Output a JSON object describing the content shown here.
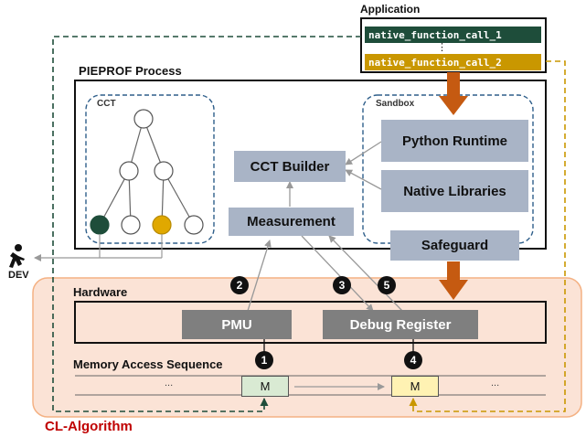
{
  "application": {
    "title": "Application",
    "call1": "native_function_call_1",
    "ellipsis": "⋮",
    "call2": "native_function_call_2"
  },
  "process": {
    "title_prefix": "PIEPROF",
    "title_suffix": " Process"
  },
  "cct": {
    "label": "CCT"
  },
  "sandbox": {
    "label": "Sandbox",
    "python_runtime": "Python Runtime",
    "native_libraries": "Native Libraries"
  },
  "cct_builder": "CCT Builder",
  "measurement": "Measurement",
  "safeguard": "Safeguard",
  "dev": "DEV",
  "hardware": {
    "title": "Hardware",
    "pmu": "PMU",
    "debug_register": "Debug Register"
  },
  "memory": {
    "title": "Memory Access Sequence",
    "dots_left": "...",
    "cell_m1": "M",
    "cell_m2": "M",
    "dots_right": "..."
  },
  "steps": [
    "1",
    "2",
    "3",
    "4",
    "5"
  ],
  "algorithm_label": "CL-Algorithm",
  "colors": {
    "dark_green": "#1e4d3a",
    "gold": "#e0a800",
    "region_fill": "#fbe3d6",
    "region_border": "#f4b183",
    "orange_arrow": "#c55a11",
    "algo_red": "#c00000",
    "node_blue": "#2e5e8a"
  }
}
